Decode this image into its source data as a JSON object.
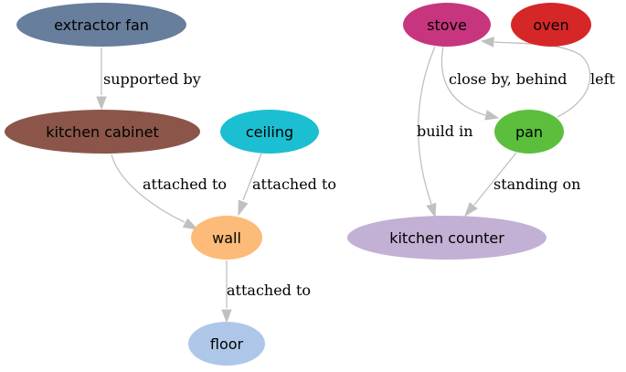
{
  "nodes": [
    {
      "id": "extractor_fan",
      "label": "extractor fan",
      "fill": "#677e9c",
      "text_color": "#000000"
    },
    {
      "id": "kitchen_cabinet",
      "label": "kitchen cabinet",
      "fill": "#8b5649",
      "text_color": "#000000"
    },
    {
      "id": "ceiling",
      "label": "ceiling",
      "fill": "#1bbfd1",
      "text_color": "#000000"
    },
    {
      "id": "wall",
      "label": "wall",
      "fill": "#fdbb79",
      "text_color": "#000000"
    },
    {
      "id": "floor",
      "label": "floor",
      "fill": "#aec7e8",
      "text_color": "#000000"
    },
    {
      "id": "stove",
      "label": "stove",
      "fill": "#c7357f",
      "text_color": "#000000"
    },
    {
      "id": "oven",
      "label": "oven",
      "fill": "#d62728",
      "text_color": "#000000"
    },
    {
      "id": "pan",
      "label": "pan",
      "fill": "#5bbf3d",
      "text_color": "#000000"
    },
    {
      "id": "kitchen_counter",
      "label": "kitchen counter",
      "fill": "#c2b0d5",
      "text_color": "#000000"
    }
  ],
  "edges": [
    {
      "id": "fan-cabinet",
      "from": "extractor_fan",
      "to": "kitchen_cabinet",
      "label": "supported by"
    },
    {
      "id": "cabinet-wall",
      "from": "kitchen_cabinet",
      "to": "wall",
      "label": "attached to"
    },
    {
      "id": "ceiling-wall",
      "from": "ceiling",
      "to": "wall",
      "label": "attached to"
    },
    {
      "id": "wall-floor",
      "from": "wall",
      "to": "floor",
      "label": "attached to"
    },
    {
      "id": "stove-counter",
      "from": "stove",
      "to": "kitchen_counter",
      "label": "build in"
    },
    {
      "id": "stove-pan",
      "from": "stove",
      "to": "pan",
      "label": "close by, behind"
    },
    {
      "id": "pan-stove",
      "from": "pan",
      "to": "stove",
      "label": "left"
    },
    {
      "id": "pan-counter",
      "from": "pan",
      "to": "kitchen_counter",
      "label": "standing on"
    }
  ],
  "edge_color": "#c0c0c0"
}
